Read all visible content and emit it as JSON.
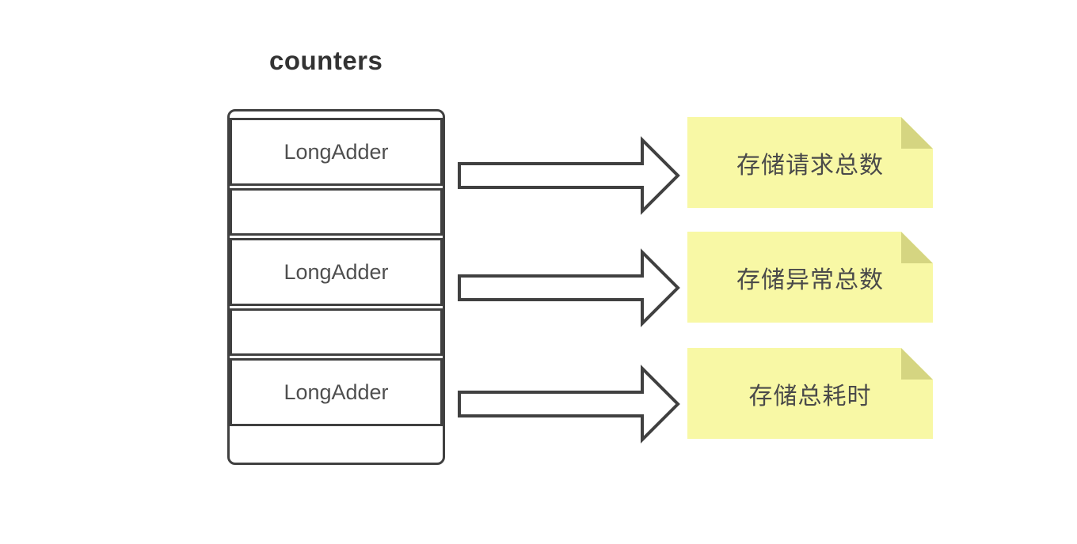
{
  "title": "counters",
  "container": {
    "cells": [
      {
        "label": "LongAdder"
      },
      {
        "label": "LongAdder"
      },
      {
        "label": "LongAdder"
      }
    ],
    "empty_slot_count": 3
  },
  "notes": [
    {
      "label": "存储请求总数"
    },
    {
      "label": "存储异常总数"
    },
    {
      "label": "存储总耗时"
    }
  ],
  "colors": {
    "canvas-bg": "#FFFFFF",
    "stroke": "#404040",
    "title-text": "#333333",
    "cell-text": "#4F4F4F",
    "note-bg": "#F8F8A5",
    "note-fold": "#D5D581",
    "note-text": "#4A4A4A"
  }
}
